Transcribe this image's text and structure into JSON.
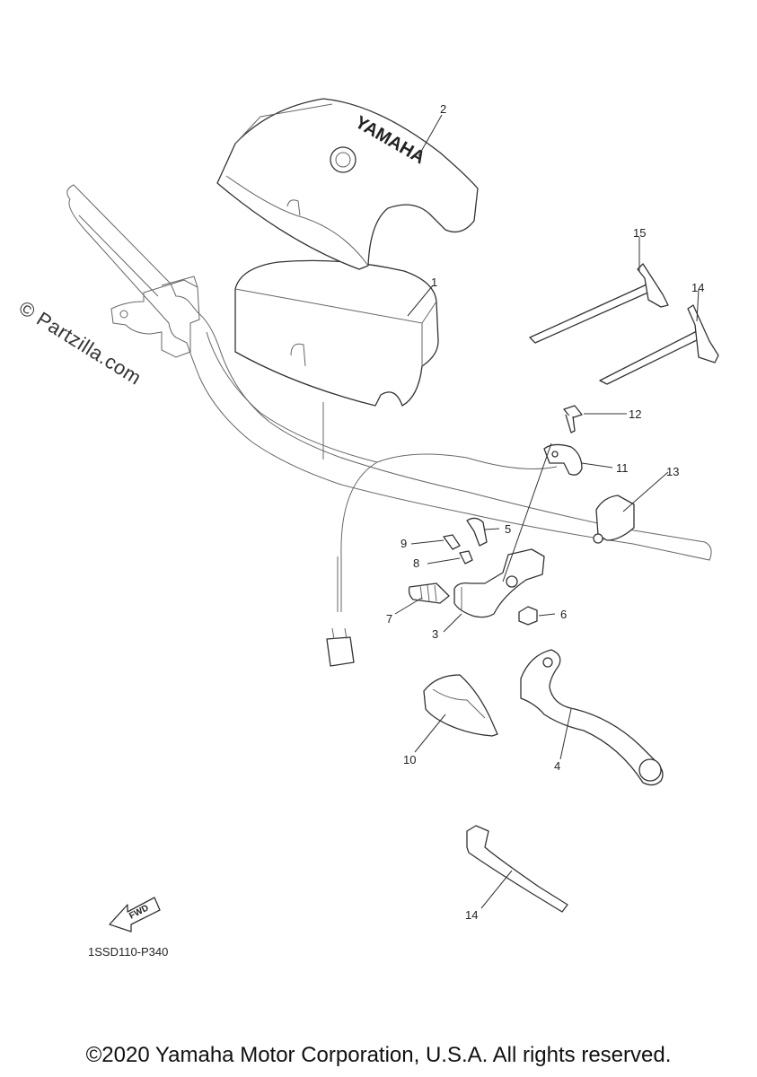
{
  "watermark": "© Partzilla.com",
  "reference_code": "1SSD110-P340",
  "copyright": "©2020 Yamaha Motor Corporation, U.S.A. All rights reserved.",
  "fwd_label": "FWD",
  "pad_logo_text": "YAMAHA",
  "callouts": {
    "c1": "1",
    "c2": "2",
    "c3": "3",
    "c4": "4",
    "c5": "5",
    "c6": "6",
    "c7": "7",
    "c8": "8",
    "c9": "9",
    "c10": "10",
    "c11": "11",
    "c12": "12",
    "c13": "13",
    "c14a": "14",
    "c14b": "14",
    "c15": "15"
  }
}
